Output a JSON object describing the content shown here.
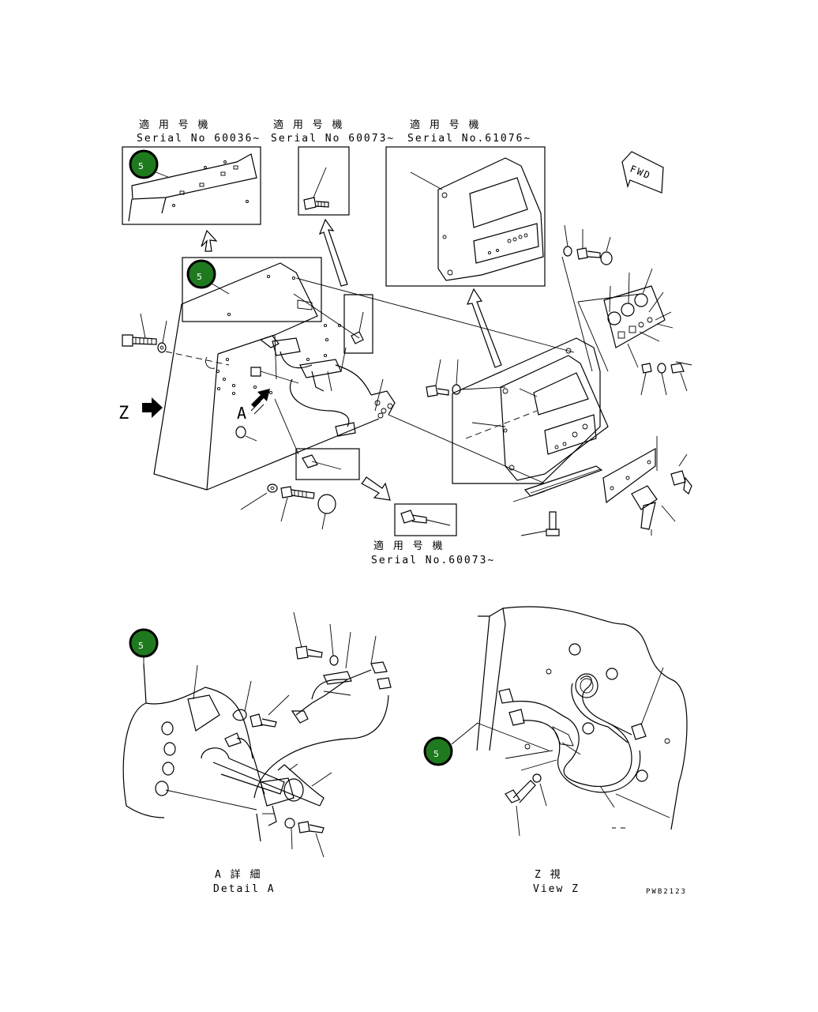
{
  "labels": {
    "serial_a_jp": "適 用 号 機",
    "serial_a": "Serial No 60036~",
    "serial_b_jp": "適 用 号 機",
    "serial_b": "Serial No 60073~",
    "serial_c_jp": "適 用 号 機",
    "serial_c": "Serial No.61076~",
    "serial_d_jp": "適 用 号 機",
    "serial_d": "Serial No.60073~",
    "fwd": "FWD",
    "view_letter_z": "Z",
    "view_letter_a": "A",
    "detail_a_jp": "A 詳 細",
    "detail_a": "Detail A",
    "view_z_jp": "Z   視",
    "view_z": "View Z",
    "drawing_code": "PWB2123"
  },
  "callouts": [
    {
      "id": "callout-1",
      "number": "5"
    },
    {
      "id": "callout-2",
      "number": "5"
    },
    {
      "id": "callout-3",
      "number": "5"
    },
    {
      "id": "callout-4",
      "number": "5"
    }
  ],
  "colors": {
    "callout_fill": "#1f7a1f",
    "line": "#000000",
    "background": "#ffffff"
  }
}
